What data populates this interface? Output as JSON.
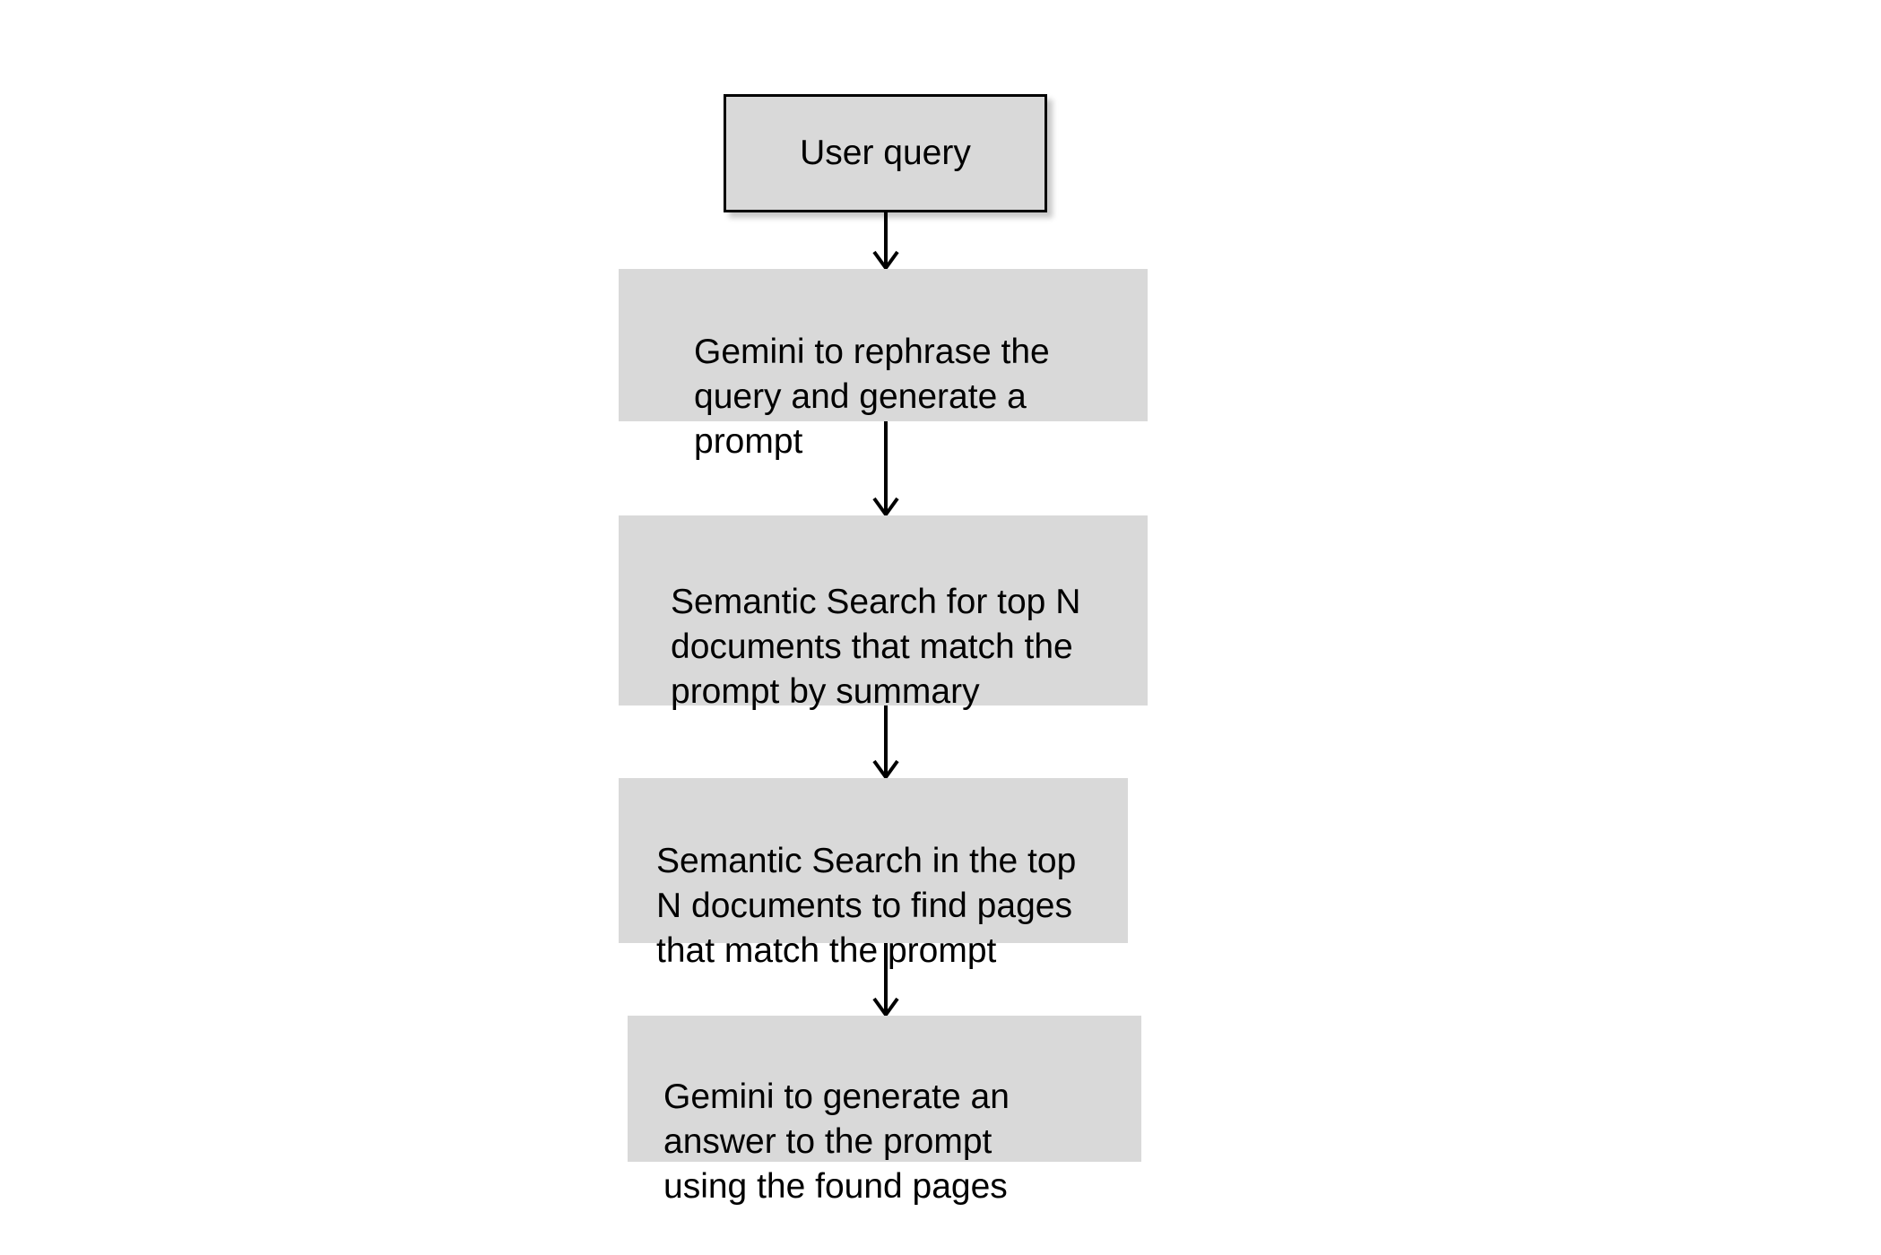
{
  "diagram": {
    "type": "flowchart",
    "orientation": "top-to-bottom",
    "background_color": "#ffffff",
    "node_fill_color": "#d9d9d9",
    "node_border_color": "#000000",
    "text_color": "#000000",
    "connector_color": "#000000",
    "nodes": [
      {
        "id": "user-query",
        "label": "User query",
        "style": "boxed-centered"
      },
      {
        "id": "rephrase-query",
        "label": "Gemini to rephrase the\nquery and generate a\nprompt",
        "style": "flat-left"
      },
      {
        "id": "semantic-search-documents",
        "label": "Semantic Search for top N\ndocuments that match the\nprompt by summary",
        "style": "flat-left"
      },
      {
        "id": "semantic-search-pages",
        "label": "Semantic Search in the top\nN documents to find pages\nthat match the prompt",
        "style": "flat-left"
      },
      {
        "id": "generate-answer",
        "label": "Gemini to generate an\nanswer to the prompt\nusing the found pages",
        "style": "flat-left"
      }
    ],
    "connectors": [
      {
        "id": "arrow-1",
        "from": "user-query",
        "to": "rephrase-query",
        "shape": "vertical-arrow"
      },
      {
        "id": "arrow-2",
        "from": "rephrase-query",
        "to": "semantic-search-documents",
        "shape": "vertical-arrow"
      },
      {
        "id": "arrow-3",
        "from": "semantic-search-documents",
        "to": "semantic-search-pages",
        "shape": "vertical-arrow"
      },
      {
        "id": "arrow-4",
        "from": "semantic-search-pages",
        "to": "generate-answer",
        "shape": "vertical-arrow"
      }
    ]
  }
}
